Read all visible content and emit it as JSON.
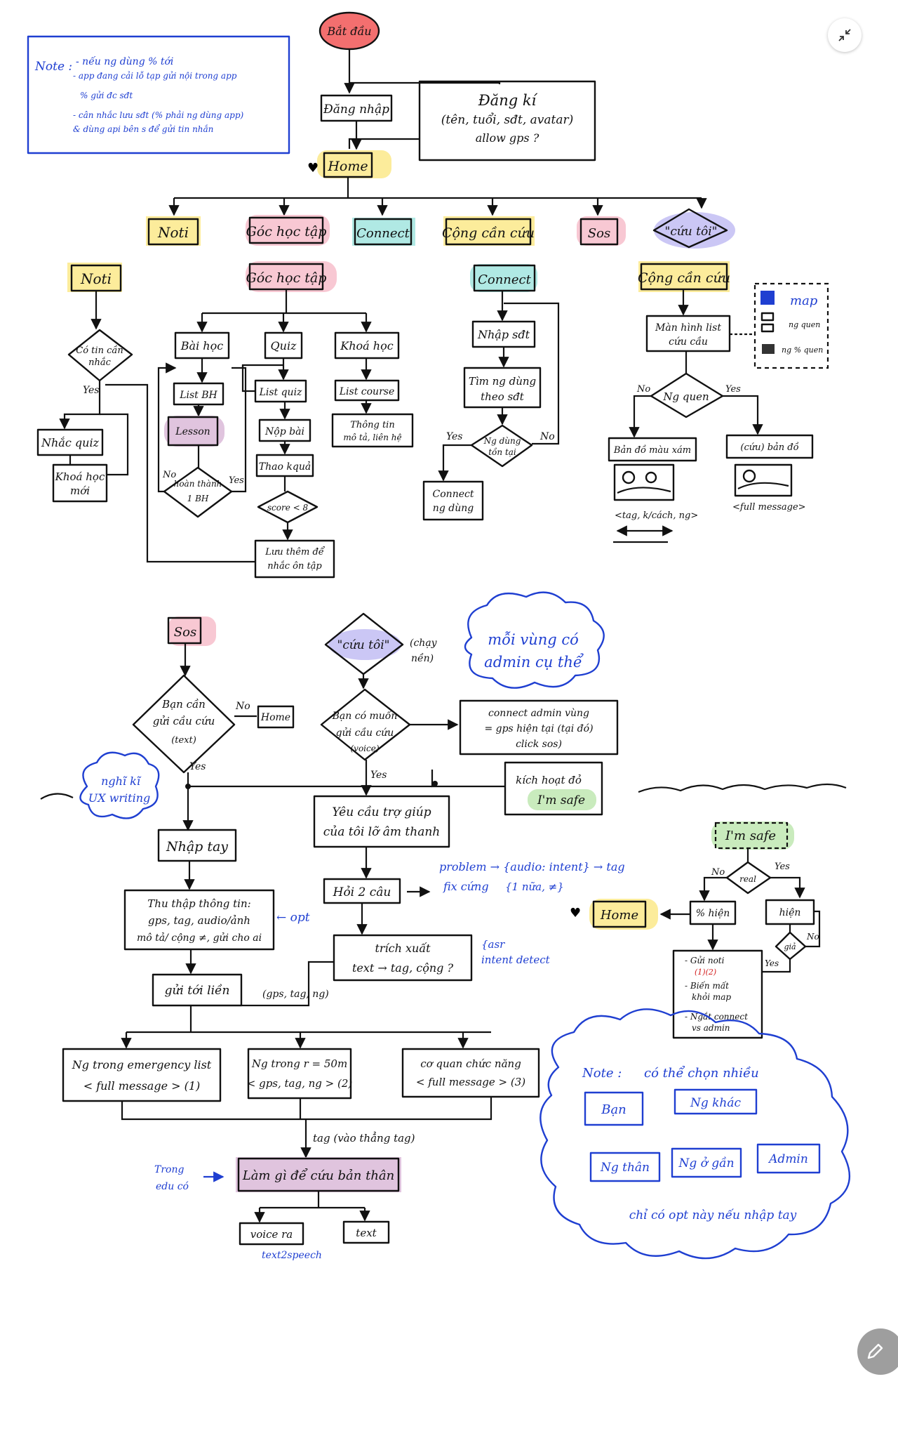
{
  "note_box": {
    "title": "Note :",
    "lines": [
      "- nếu ng dùng % tới",
      "- app đang cải lỗ tạp gửi nội trong app",
      "% gửi đc sđt",
      "- cân nhắc lưu sđt (% phải ng dùng app)",
      "& dùng api bên s để gửi tin nhắn"
    ]
  },
  "top": {
    "start": "Bắt đầu",
    "login": "Đăng nhập",
    "register": [
      "Đăng kí",
      "(tên, tuổi, sđt, avatar)",
      "allow gps ?"
    ],
    "home": "Home"
  },
  "tabs": [
    "Noti",
    "Góc học tập",
    "Connect",
    "Cộng cần cứu",
    "Sos",
    "\"cứu tôi\""
  ],
  "noti_col": {
    "header": "Noti",
    "decision": [
      "Có tin cần",
      "nhắc"
    ],
    "yes": "Yes",
    "reminder": "Nhắc quiz",
    "new_course": [
      "Khoá học",
      "mới"
    ]
  },
  "study_col": {
    "header": "Góc học tập",
    "lesson": "Bài học",
    "quiz": "Quiz",
    "course": "Khoá học",
    "list_bh": "List BH",
    "lesson_detail": "Lesson",
    "list_quiz": "List quiz",
    "submit": "Nộp bài",
    "result": "Thao kquả",
    "list_course": "List course",
    "course_info": [
      "Thông tin",
      "mô tả, liên hệ"
    ],
    "done_decision": [
      "hoàn thành",
      "1 BH"
    ],
    "no": "No",
    "yes": "Yes",
    "score": "score < 8",
    "save_topic": [
      "Lưu thêm để",
      "nhắc ôn tập"
    ]
  },
  "connect_col": {
    "header": "Connect",
    "enter_phone": "Nhập sđt",
    "find_user": [
      "Tìm ng dùng",
      "theo sđt"
    ],
    "exists": [
      "Ng dùng",
      "tồn tại"
    ],
    "yes": "Yes",
    "no": "No",
    "connect_user": [
      "Connect",
      "ng dùng"
    ]
  },
  "community_col": {
    "header": "Cộng cần cứu",
    "list_screen": [
      "Màn hình list",
      "cứu cầu"
    ],
    "acquaint": "Ng quen",
    "no": "No",
    "yes": "Yes",
    "map_blur": "Bản đồ màu xám",
    "map_detail": "(cứu) bản đồ",
    "tag_label": "<tag, k/cách, ng>",
    "full_message": "<full message>",
    "legend": [
      "map",
      "ng quen",
      "ng % quen"
    ]
  },
  "sos": {
    "header": "Sos",
    "decision": [
      "Bạn cần",
      "gửi cầu cứu",
      "(text)"
    ],
    "no": "No",
    "home": "Home",
    "yes": "Yes",
    "ux_cloud": [
      "nghĩ kĩ",
      "UX writing"
    ],
    "manual": "Nhập tay",
    "collect": [
      "Thu thập thông tin:",
      "gps, tag, audio/ảnh",
      "mô tả/ cộng ≠, gửi cho ai"
    ],
    "opt": "← opt",
    "send_now": "gửi tới liền",
    "send_params": "(gps, tag, ng)",
    "emergency": [
      "Ng trong emergency list",
      "< full message > (1)"
    ],
    "nearby": [
      "Ng trong r = 50m",
      "< gps, tag, ng > (2)"
    ],
    "authority": [
      "cơ quan chức năng",
      "< full message > (3)"
    ]
  },
  "voice": {
    "header": "\"cứu tôi\"",
    "note": [
      "(chạy",
      "nền)"
    ],
    "cloud": [
      "mỗi vùng có",
      "admin cụ thể"
    ],
    "decision": [
      "Bạn có muốn",
      "gửi cầu cứu",
      "(voice)"
    ],
    "yes": "Yes",
    "admin_box": [
      "connect admin vùng",
      "= gps hiện tại (tại đó)",
      "click sos)"
    ],
    "activate": "kích hoạt đỏ",
    "im_safe": "I'm safe",
    "request": [
      "Yêu cầu trợ giúp",
      "của tôi lỡ âm thanh"
    ],
    "ask": "Hỏi 2 câu",
    "problem": "problem → {audio: intent} → tag",
    "fix": "fix cứng",
    "fix_opts": "{1 nữa, ≠}",
    "extract": [
      "trích xuất",
      "text → tag, cộng ?"
    ],
    "asr": [
      "{asr",
      "intent detect"
    ],
    "tag_note": "tag (vào thẳng tag)",
    "todo": "Làm gì để cứu bản thân",
    "edu_note": [
      "Trong",
      "edu có"
    ],
    "voice_out": "voice ra",
    "text_out": "text",
    "tts": "text2speech"
  },
  "safe": {
    "im_safe": "I'm safe",
    "no": "No",
    "yes": "Yes",
    "real": "real",
    "home": "Home",
    "cancel": "% hiện",
    "show": "hiện",
    "fake": "giả",
    "yes2": "Yes",
    "no2": "No",
    "actions": [
      "- Gửi noti",
      "(1)(2)",
      "- Biến mất",
      "khỏi map",
      "- Ngắt connect",
      "vs admin"
    ]
  },
  "note2": {
    "title": "Note :",
    "text": "có thể chọn nhiều",
    "options": [
      "Bạn",
      "Ng khác",
      "Ng thân",
      "Ng ở gần",
      "Admin"
    ],
    "footer": "chỉ có opt này nếu nhập tay"
  },
  "colors": {
    "ink": "#111111",
    "blue": "#1f3fd1",
    "yellow": "#fbe57a",
    "pink": "#f4a3b5",
    "teal": "#8fe0d8",
    "purple": "#b9b4f2",
    "red": "#f36f6f",
    "mauve": "#d8b5d6",
    "green": "#bfe8b2"
  },
  "icons": [
    "collapse-icon",
    "edit-pencil-icon",
    "heart-icon"
  ]
}
